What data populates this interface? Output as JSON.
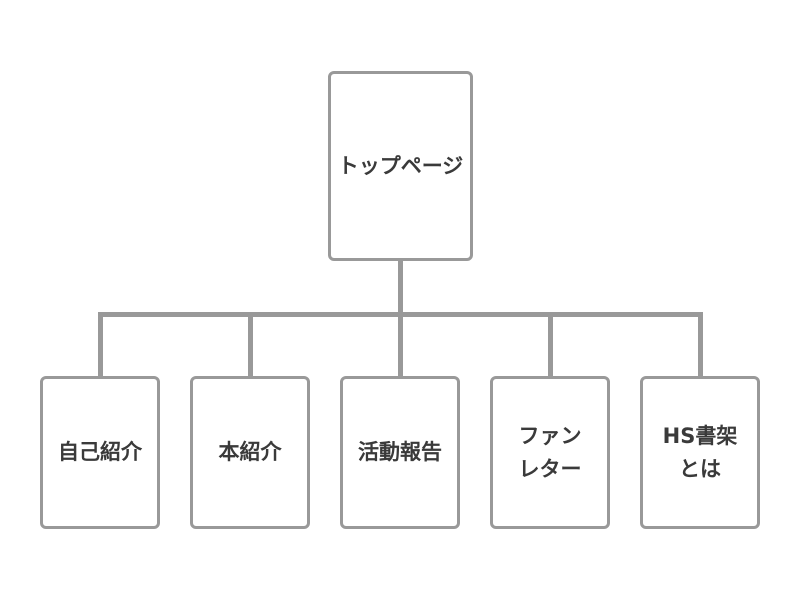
{
  "sitemap": {
    "root": {
      "label": "トップページ"
    },
    "children": [
      {
        "label": "自己紹介"
      },
      {
        "label": "本紹介"
      },
      {
        "label": "活動報告"
      },
      {
        "label": "ファン\nレター"
      },
      {
        "label": "HS書架\nとは"
      }
    ]
  },
  "colors": {
    "line": "#999999",
    "text": "#3a3a3a",
    "box_fill": "#ffffff"
  }
}
